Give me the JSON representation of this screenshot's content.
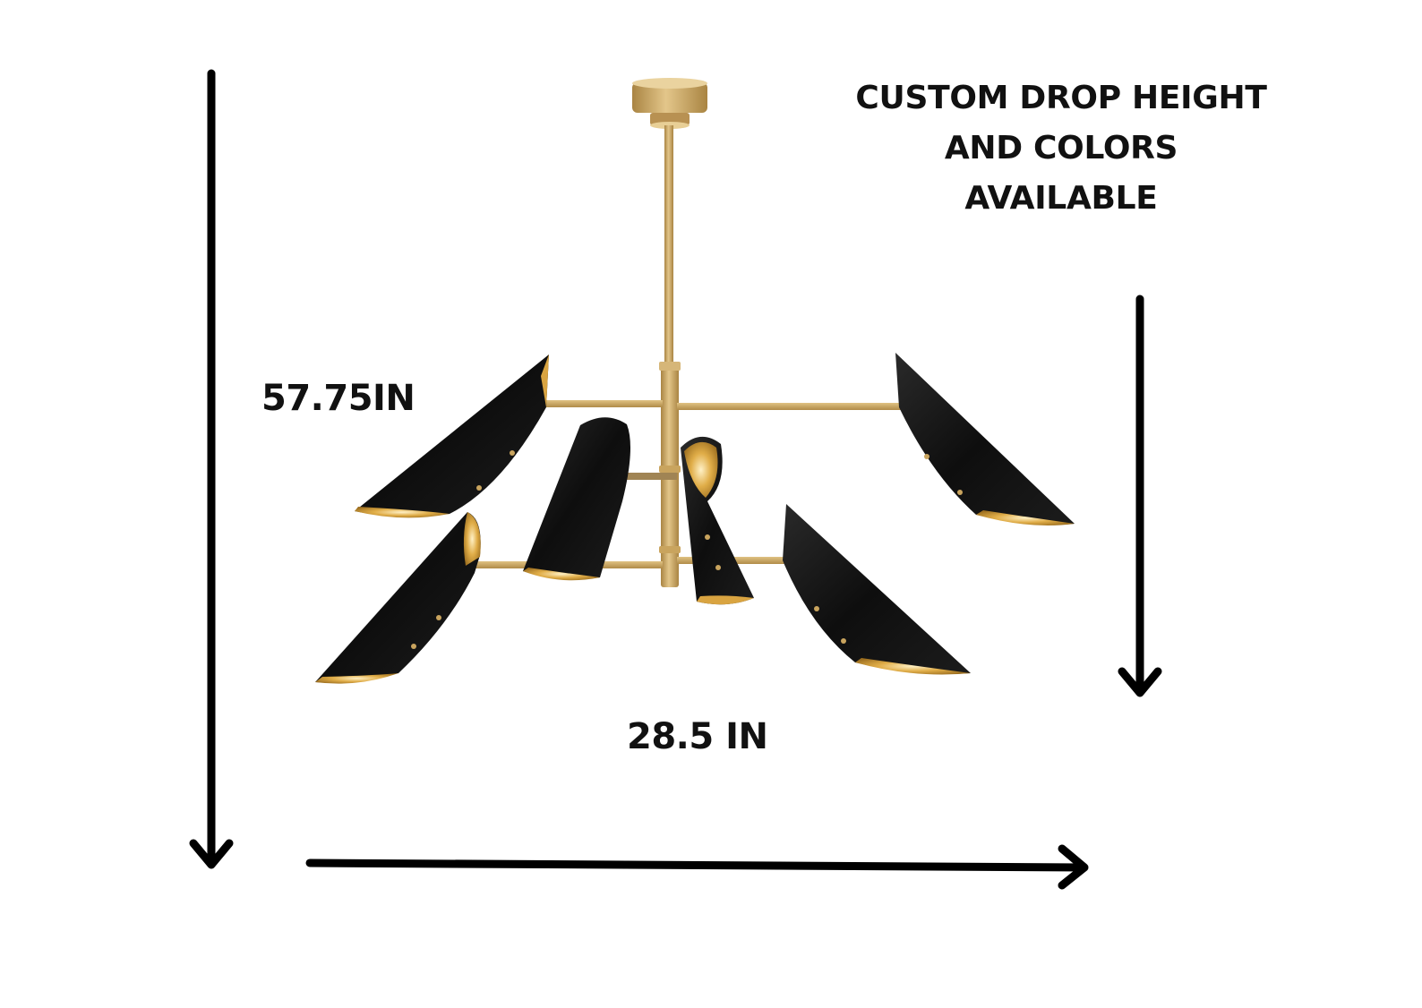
{
  "product": {
    "height_dimension": "57.75IN",
    "width_dimension": "28.5 IN",
    "promo_lines": [
      "CUSTOM DROP HEIGHT",
      "AND COLORS",
      "AVAILABLE"
    ]
  },
  "colors": {
    "brass": "#c9a45e",
    "brass_dark": "#a98442",
    "shade_black": "#141414",
    "shade_inner_gold": "#d9a441",
    "arrow": "#000000",
    "background": "#ffffff"
  },
  "icons": {
    "height_arrow": "arrow-down-icon",
    "drop_arrow": "arrow-down-icon",
    "width_arrow": "arrow-right-icon"
  }
}
